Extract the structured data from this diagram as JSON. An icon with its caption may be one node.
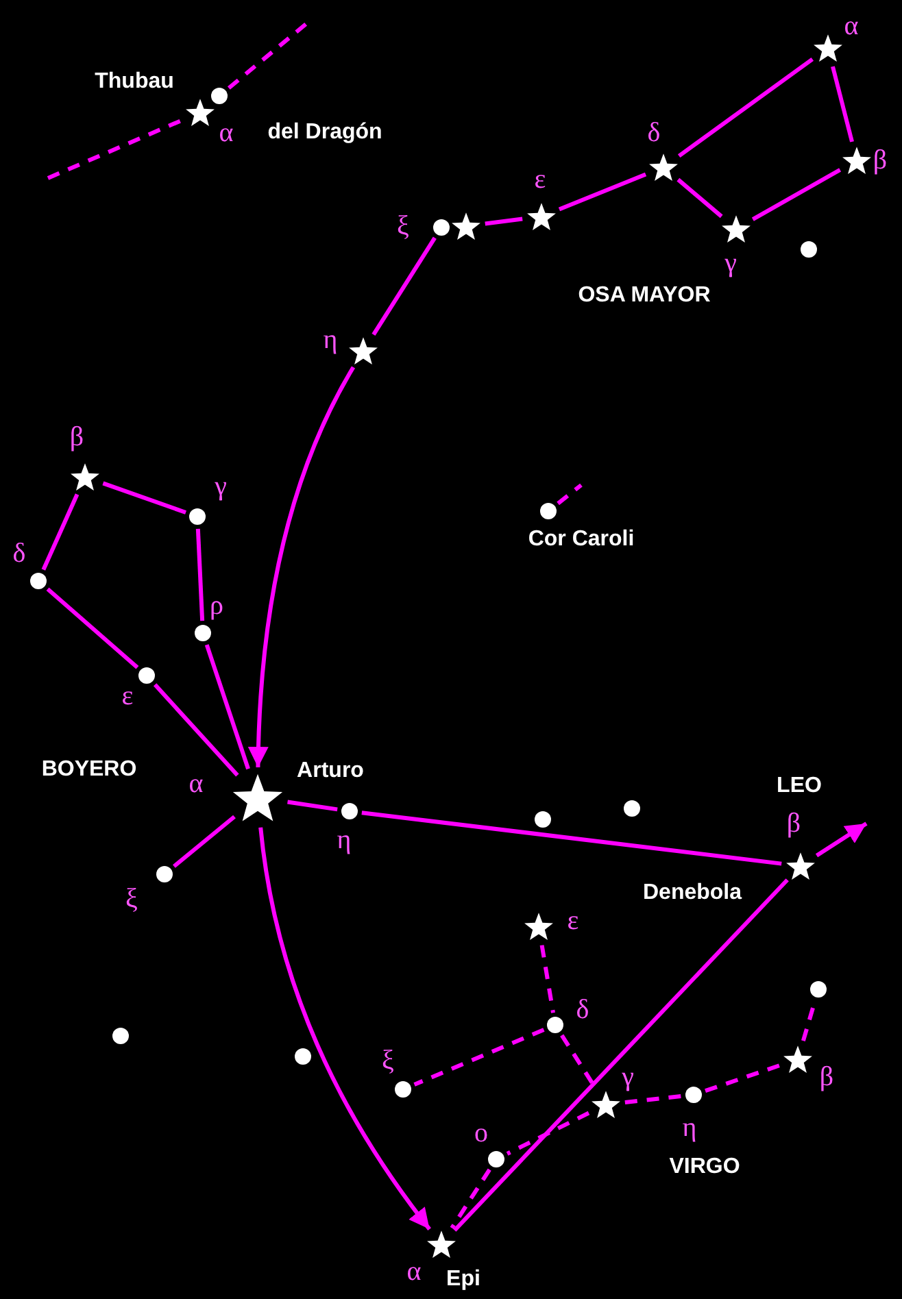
{
  "diagram": {
    "nodes": [
      {
        "text": [],
        "shape": "star",
        "beside": [
          "Thubau",
          "α",
          "del Dragón"
        ]
      },
      {
        "text": [],
        "shape": "circle"
      },
      {
        "text": [],
        "shape": "circle",
        "beside": [
          "ξ"
        ]
      },
      {
        "text": [],
        "shape": "star"
      },
      {
        "text": [],
        "shape": "star",
        "beside": [
          "ε"
        ]
      },
      {
        "text": [],
        "shape": "star",
        "beside": [
          "δ"
        ]
      },
      {
        "text": [],
        "shape": "star",
        "beside": [
          "α"
        ]
      },
      {
        "text": [],
        "shape": "star",
        "beside": [
          "β"
        ]
      },
      {
        "text": [],
        "shape": "star",
        "beside": [
          "γ"
        ]
      },
      {
        "text": [],
        "shape": "circle"
      },
      {
        "text": [],
        "shape": "star",
        "beside": [
          "η"
        ]
      },
      {
        "text": [],
        "shape": "star",
        "beside": [
          "β"
        ]
      },
      {
        "text": [],
        "shape": "circle",
        "beside": [
          "γ"
        ]
      },
      {
        "text": [],
        "shape": "circle",
        "beside": [
          "δ"
        ]
      },
      {
        "text": [],
        "shape": "circle",
        "beside": [
          "ρ"
        ]
      },
      {
        "text": [],
        "shape": "circle",
        "beside": [
          "ε"
        ]
      },
      {
        "text": [],
        "shape": "star",
        "beside": [
          "α",
          "Arturo"
        ]
      },
      {
        "text": [],
        "shape": "circle",
        "beside": [
          "ξ"
        ]
      },
      {
        "text": [],
        "shape": "circle",
        "beside": [
          "η"
        ]
      },
      {
        "text": [],
        "shape": "circle",
        "beside": [
          "Cor Caroli"
        ]
      },
      {
        "text": [],
        "shape": "circle"
      },
      {
        "text": [],
        "shape": "circle"
      },
      {
        "text": [],
        "shape": "star",
        "beside": [
          "β",
          "Denebola"
        ]
      },
      {
        "text": [],
        "shape": "circle"
      },
      {
        "text": [],
        "shape": "circle"
      },
      {
        "text": [],
        "shape": "star",
        "beside": [
          "ε"
        ]
      },
      {
        "text": [],
        "shape": "circle",
        "beside": [
          "δ"
        ]
      },
      {
        "text": [],
        "shape": "circle",
        "beside": [
          "ξ"
        ]
      },
      {
        "text": [],
        "shape": "star",
        "beside": [
          "γ"
        ]
      },
      {
        "text": [],
        "shape": "circle",
        "beside": [
          "η"
        ]
      },
      {
        "text": [],
        "shape": "star",
        "beside": [
          "β"
        ]
      },
      {
        "text": [],
        "shape": "circle"
      },
      {
        "text": [],
        "shape": "circle",
        "beside": [
          "ο"
        ]
      },
      {
        "text": [],
        "shape": "star",
        "beside": [
          "α",
          "Epi"
        ]
      }
    ],
    "edges": [
      {
        "from": null,
        "to": 0,
        "arrow": "none",
        "style": "dashed"
      },
      {
        "from": 1,
        "to": null,
        "arrow": "none",
        "style": "dashed"
      },
      {
        "from": 10,
        "to": 2,
        "arrow": "none"
      },
      {
        "from": 3,
        "to": 4,
        "arrow": "none"
      },
      {
        "from": 4,
        "to": 5,
        "arrow": "none"
      },
      {
        "from": 5,
        "to": 6,
        "arrow": "none"
      },
      {
        "from": 6,
        "to": 7,
        "arrow": "none"
      },
      {
        "from": 7,
        "to": 8,
        "arrow": "none"
      },
      {
        "from": 8,
        "to": 5,
        "arrow": "none"
      },
      {
        "from": 10,
        "to": 16,
        "arrow": "to"
      },
      {
        "from": 11,
        "to": 12,
        "arrow": "none"
      },
      {
        "from": 11,
        "to": 13,
        "arrow": "none"
      },
      {
        "from": 12,
        "to": 14,
        "arrow": "none"
      },
      {
        "from": 14,
        "to": 16,
        "arrow": "none"
      },
      {
        "from": 13,
        "to": 15,
        "arrow": "none"
      },
      {
        "from": 15,
        "to": 16,
        "arrow": "none"
      },
      {
        "from": 16,
        "to": 17,
        "arrow": "none"
      },
      {
        "from": 16,
        "to": 18,
        "arrow": "none"
      },
      {
        "from": 18,
        "to": 22,
        "arrow": "none"
      },
      {
        "from": 16,
        "to": 33,
        "arrow": "to"
      },
      {
        "from": 19,
        "to": null,
        "arrow": "none",
        "style": "dashed"
      },
      {
        "from": 25,
        "to": 26,
        "arrow": "none",
        "style": "dashed"
      },
      {
        "from": 26,
        "to": 28,
        "arrow": "none",
        "style": "dashed"
      },
      {
        "from": 26,
        "to": 27,
        "arrow": "none",
        "style": "dashed"
      },
      {
        "from": 28,
        "to": 29,
        "arrow": "none",
        "style": "dashed"
      },
      {
        "from": 29,
        "to": 30,
        "arrow": "none",
        "style": "dashed"
      },
      {
        "from": 30,
        "to": 31,
        "arrow": "none",
        "style": "dashed"
      },
      {
        "from": 28,
        "to": 32,
        "arrow": "none",
        "style": "dashed"
      },
      {
        "from": 32,
        "to": 33,
        "arrow": "none",
        "style": "dashed"
      },
      {
        "from": 33,
        "to": 22,
        "arrow": "none"
      },
      {
        "from": 22,
        "to": null,
        "arrow": "to"
      }
    ],
    "labels": [
      "OSA MAYOR",
      "BOYERO",
      "LEO",
      "VIRGO"
    ]
  }
}
